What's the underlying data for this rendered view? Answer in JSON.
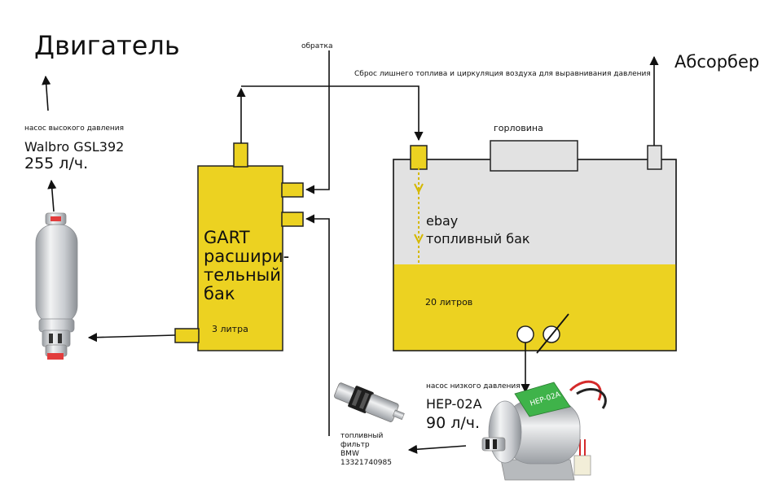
{
  "engine": {
    "title": "Двигатель"
  },
  "absorber": {
    "title": "Абсорбер"
  },
  "return_line": {
    "label": "обратка"
  },
  "vent_line": {
    "label": "Сброс лишнего топлива и циркуляция воздуха для выравнивания давления"
  },
  "high_pressure_pump": {
    "caption": "насос высокого давления",
    "model": "Walbro GSL392",
    "flow": "255 л/ч."
  },
  "expansion_tank": {
    "brand": "GART",
    "name_lines": [
      "расшири-",
      "тельный",
      "бак"
    ],
    "volume": "3 литра"
  },
  "fuel_tank": {
    "filler_neck": "горловина",
    "source": "ebay",
    "name": "топливный бак",
    "volume": "20 литров"
  },
  "low_pressure_pump": {
    "caption": "насос низкого давления",
    "model": "HEP-02A",
    "flow": "90 л/ч."
  },
  "fuel_filter": {
    "lines": [
      "топливный",
      "фильтр",
      "BMW",
      "13321740985"
    ]
  },
  "colors": {
    "yellow": "#ecd221",
    "tank_gray": "#e2e2e2",
    "line": "#111111",
    "flow_arrow": "#d4b800"
  }
}
